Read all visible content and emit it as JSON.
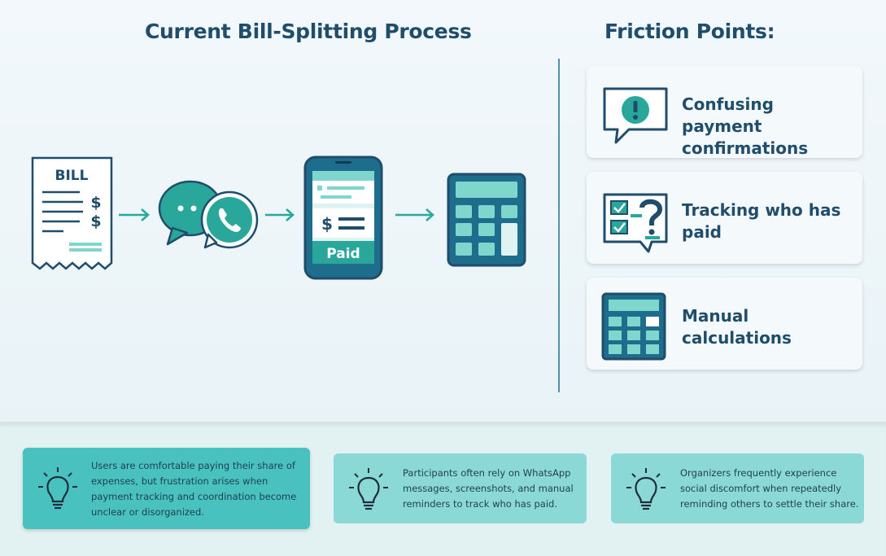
{
  "process": {
    "title": "Current Bill-Splitting Process",
    "bill_label": "BILL",
    "dollar": "$",
    "paid_label": "Paid"
  },
  "friction": {
    "title": "Friction Points:",
    "items": [
      {
        "label": "Confusing payment confirmations",
        "icon": "alert-speech-bubble-icon"
      },
      {
        "label": "Tracking who has paid",
        "icon": "checklist-question-icon"
      },
      {
        "label": "Manual calculations",
        "icon": "calculator-icon"
      }
    ]
  },
  "insights": [
    {
      "text": "Users are comfortable paying their share of expenses, but frustration arises when payment tracking and coordination become unclear or disorganized."
    },
    {
      "text": "Participants often rely on WhatsApp messages, screenshots, and manual reminders to track who has paid."
    },
    {
      "text": "Organizers frequently experience social discomfort when repeatedly reminding others to settle their share."
    }
  ],
  "colors": {
    "navy": "#1f4d6b",
    "teal": "#2aa79b",
    "mint": "#7fd6cc",
    "accent_card": "#48c1bf",
    "light_card": "#8ad9d6"
  }
}
